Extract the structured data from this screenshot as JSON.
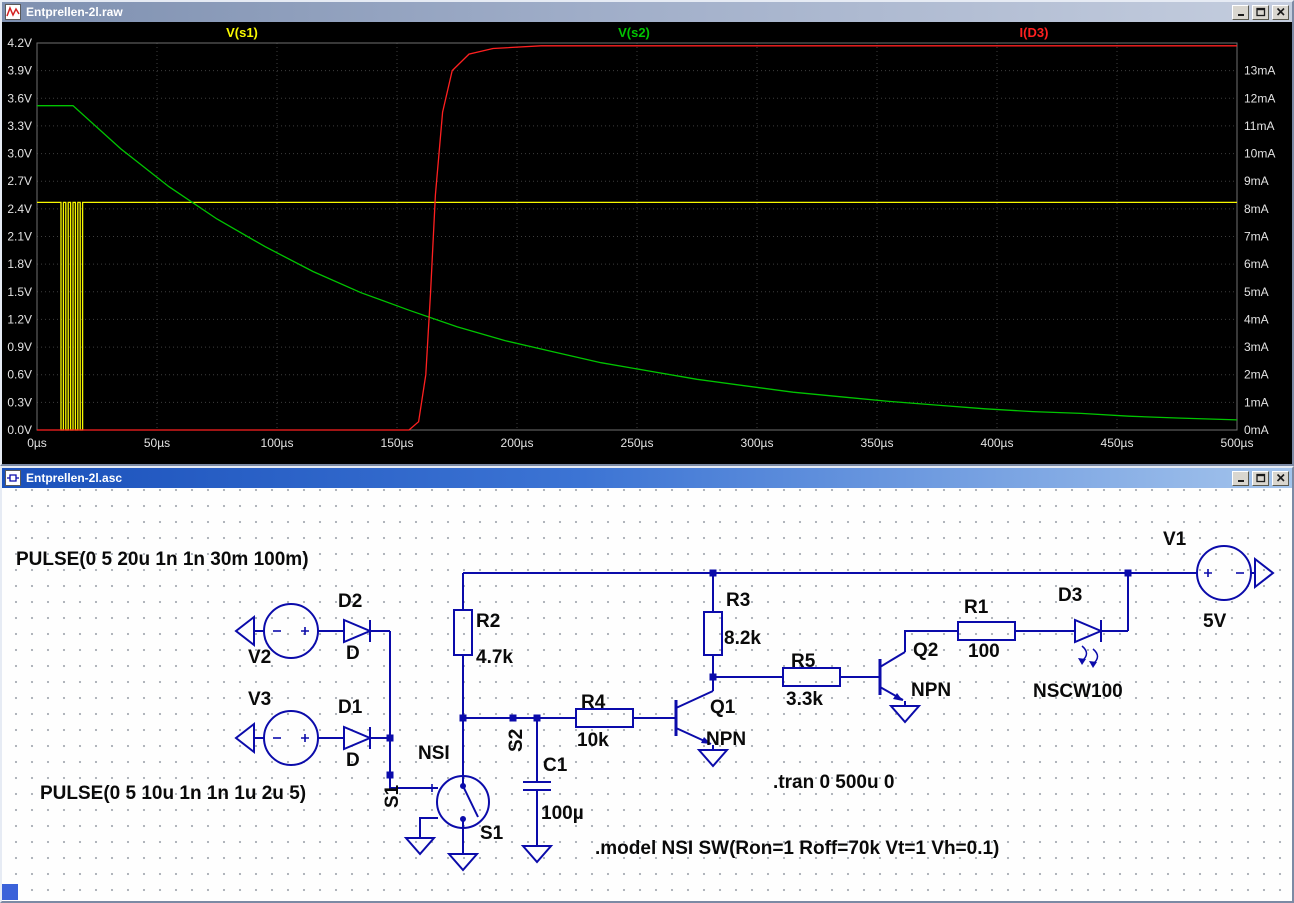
{
  "windows": {
    "raw": {
      "title": "Entprellen-2l.raw"
    },
    "asc": {
      "title": "Entprellen-2l.asc"
    }
  },
  "chart_data": {
    "type": "line",
    "title": "",
    "grid": "dotted",
    "x_range": [
      0,
      500
    ],
    "x_tick_labels": [
      "0µs",
      "50µs",
      "100µs",
      "150µs",
      "200µs",
      "250µs",
      "300µs",
      "350µs",
      "400µs",
      "450µs",
      "500µs"
    ],
    "y_left": {
      "range": [
        0,
        4.2
      ],
      "labels": [
        "4.2V",
        "3.9V",
        "3.6V",
        "3.3V",
        "3.0V",
        "2.7V",
        "2.4V",
        "2.1V",
        "1.8V",
        "1.5V",
        "1.2V",
        "0.9V",
        "0.6V",
        "0.3V",
        "0.0V"
      ]
    },
    "y_right": {
      "range": [
        0,
        14
      ],
      "labels": [
        "13mA",
        "12mA",
        "11mA",
        "10mA",
        "9mA",
        "8mA",
        "7mA",
        "6mA",
        "5mA",
        "4mA",
        "3mA",
        "2mA",
        "1mA",
        "0mA"
      ]
    },
    "series": [
      {
        "name": "V(s1)",
        "color": "#f8f800",
        "axis": "left",
        "label_x": 240,
        "points": [
          [
            0,
            2.47
          ],
          [
            10,
            2.47
          ],
          [
            10,
            0
          ],
          [
            11,
            0
          ],
          [
            11,
            2.47
          ],
          [
            12,
            2.47
          ],
          [
            12,
            0
          ],
          [
            13,
            0
          ],
          [
            13,
            2.47
          ],
          [
            14,
            2.47
          ],
          [
            14,
            0
          ],
          [
            15,
            0
          ],
          [
            15,
            2.47
          ],
          [
            16,
            2.47
          ],
          [
            16,
            0
          ],
          [
            17,
            0
          ],
          [
            17,
            2.47
          ],
          [
            18,
            2.47
          ],
          [
            18,
            0
          ],
          [
            19,
            0
          ],
          [
            19,
            2.47
          ],
          [
            500,
            2.47
          ]
        ]
      },
      {
        "name": "V(s2)",
        "color": "#00c400",
        "axis": "left",
        "label_x": 632,
        "points": [
          [
            0,
            3.52
          ],
          [
            15,
            3.52
          ],
          [
            35,
            3.05
          ],
          [
            55,
            2.64
          ],
          [
            75,
            2.29
          ],
          [
            95,
            1.99
          ],
          [
            115,
            1.72
          ],
          [
            135,
            1.49
          ],
          [
            155,
            1.3
          ],
          [
            175,
            1.12
          ],
          [
            195,
            0.97
          ],
          [
            215,
            0.85
          ],
          [
            235,
            0.73
          ],
          [
            255,
            0.64
          ],
          [
            275,
            0.55
          ],
          [
            295,
            0.48
          ],
          [
            315,
            0.41
          ],
          [
            335,
            0.36
          ],
          [
            355,
            0.31
          ],
          [
            375,
            0.27
          ],
          [
            395,
            0.23
          ],
          [
            415,
            0.2
          ],
          [
            435,
            0.18
          ],
          [
            455,
            0.15
          ],
          [
            475,
            0.13
          ],
          [
            500,
            0.11
          ]
        ]
      },
      {
        "name": "I(D3)",
        "color": "#ff2020",
        "axis": "right",
        "label_x": 1032,
        "points": [
          [
            0,
            0
          ],
          [
            155,
            0
          ],
          [
            159,
            0.3
          ],
          [
            162,
            2.0
          ],
          [
            164,
            5.0
          ],
          [
            166,
            8.5
          ],
          [
            169,
            11.5
          ],
          [
            173,
            13.0
          ],
          [
            180,
            13.6
          ],
          [
            190,
            13.8
          ],
          [
            210,
            13.9
          ],
          [
            500,
            13.9
          ]
        ]
      }
    ]
  },
  "schematic": {
    "directives": {
      "pulse_v2": "PULSE(0 5 20u 1n 1n 30m 100m)",
      "pulse_v3": "PULSE(0 5 10u 1n 1n 1u 2u 5)",
      "tran": ".tran 0 500u 0",
      "model": ".model NSI SW(Ron=1 Roff=70k Vt=1 Vh=0.1)"
    },
    "components": {
      "v1": {
        "name": "V1",
        "value": "5V"
      },
      "v2": {
        "name": "V2"
      },
      "v3": {
        "name": "V3"
      },
      "d1": {
        "name": "D1",
        "value": "D"
      },
      "d2": {
        "name": "D2",
        "value": "D"
      },
      "d3": {
        "name": "D3",
        "value": "NSCW100"
      },
      "r1": {
        "name": "R1",
        "value": "100"
      },
      "r2": {
        "name": "R2",
        "value": "4.7k"
      },
      "r3": {
        "name": "R3",
        "value": "8.2k"
      },
      "r4": {
        "name": "R4",
        "value": "10k"
      },
      "r5": {
        "name": "R5",
        "value": "3.3k"
      },
      "c1": {
        "name": "C1",
        "value": "100µ"
      },
      "q1": {
        "name": "Q1",
        "value": "NPN"
      },
      "q2": {
        "name": "Q2",
        "value": "NPN"
      },
      "s1": {
        "name": "S1",
        "value": "NSI"
      }
    },
    "nets": {
      "s1": "S1",
      "s2": "S2"
    }
  }
}
